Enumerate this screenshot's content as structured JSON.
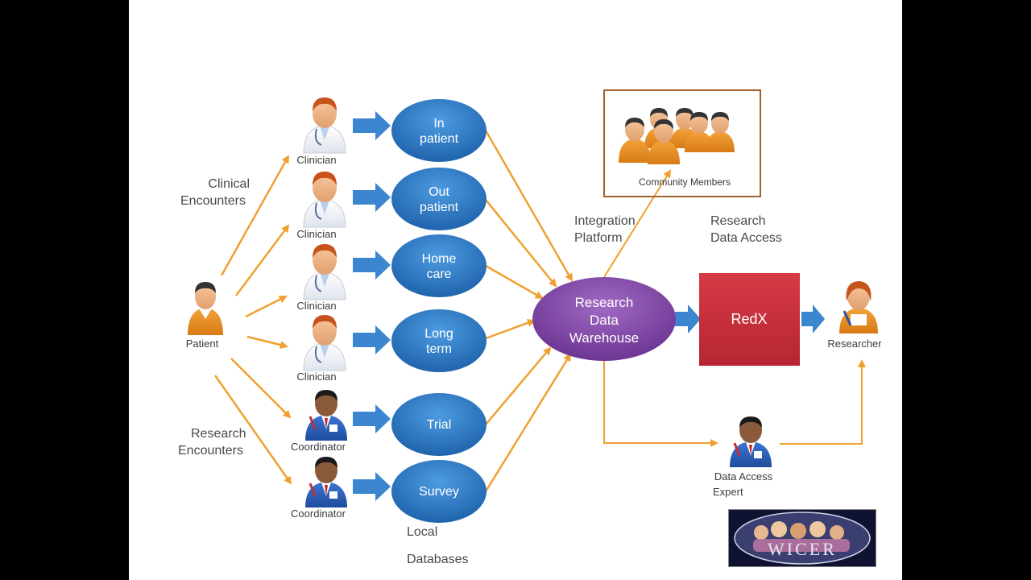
{
  "labels": {
    "clinical_encounters": [
      "Clinical",
      "Encounters"
    ],
    "research_encounters": [
      "Research",
      "Encounters"
    ],
    "integration_platform": [
      "Integration",
      "Platform"
    ],
    "research_data_access": [
      "Research",
      "Data Access"
    ],
    "local_databases": [
      "Local",
      "Databases"
    ]
  },
  "people": {
    "patient": "Patient",
    "clinician": "Clinician",
    "coordinator": "Coordinator",
    "community_members": "Community Members",
    "researcher": "Researcher",
    "data_access_expert": [
      "Data Access",
      "Expert"
    ]
  },
  "sources": [
    [
      "In",
      "patient"
    ],
    [
      "Out",
      "patient"
    ],
    [
      "Home",
      "care"
    ],
    [
      "Long",
      "term"
    ],
    [
      "Trial"
    ],
    [
      "Survey"
    ]
  ],
  "warehouse": [
    "Research",
    "Data",
    "Warehouse"
  ],
  "redx": "RedX",
  "logo": "WICER",
  "colors": {
    "arrow_orange": "#f0a030",
    "oval_blue": "#2f7fc8",
    "arrow_blue": "#3b86cf",
    "warehouse_purple": "#8a4fb0",
    "redx_red": "#c8303b",
    "box_border": "#a0622a"
  }
}
